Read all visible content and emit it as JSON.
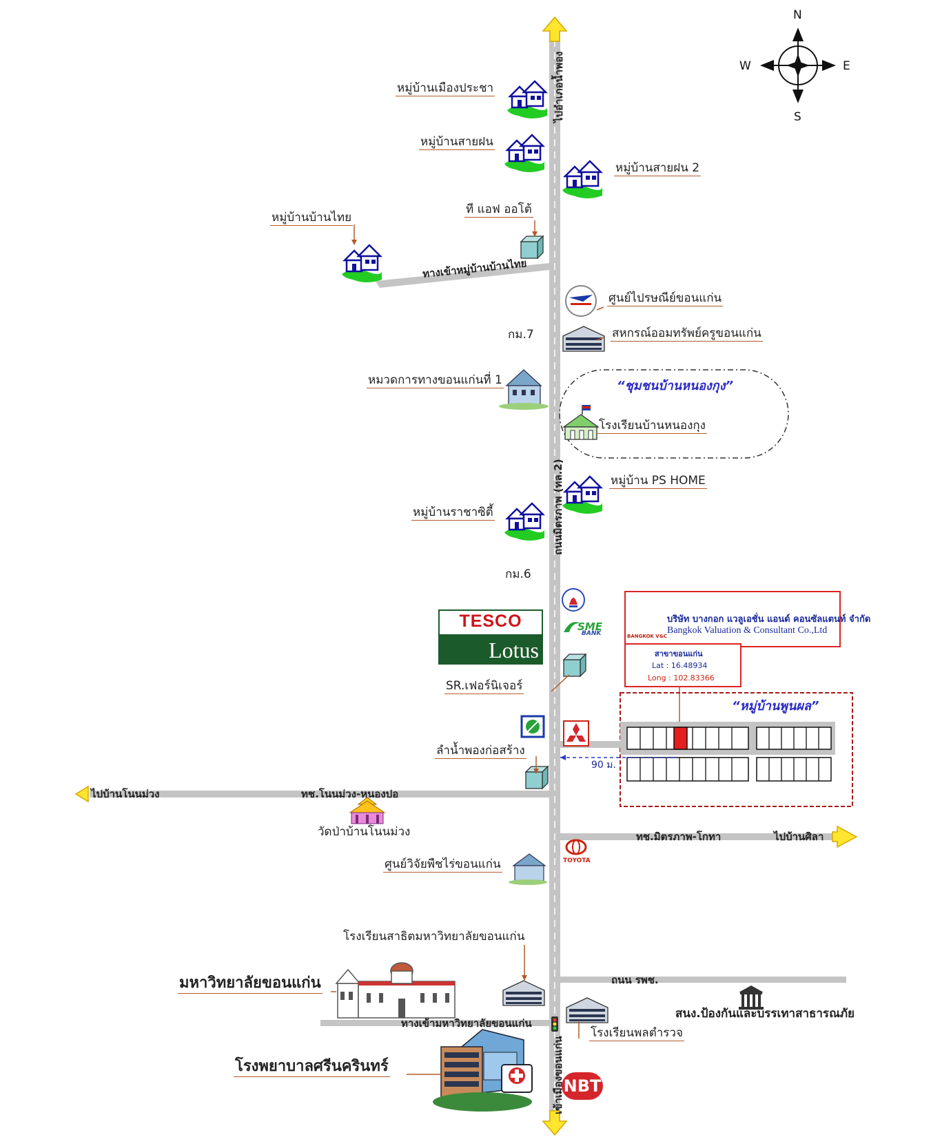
{
  "compass": {
    "north": "N",
    "south": "S",
    "east": "E",
    "west": "W"
  },
  "roads": {
    "main_road": "ถนนมิตรภาพ (ทล.2)",
    "to_north": "ไปอำเภอน้ำพอง",
    "to_south": "เข้าเมืองขอนแก่น",
    "west_road": "ทช.โนนม่วง-หนองปอ",
    "west_dest": "ไปบ้านโนนม่วง",
    "east_road": "ทช.มิตรภาพ-โกทา",
    "east_dest": "ไปบ้านศิลา",
    "ban_thai_road": "ทางเข้าหมู่บ้านบ้านไทย",
    "kku_road": "ทางเข้ามหาวิทยาลัยขอนแก่น",
    "rpch_road": "ถนน รพช."
  },
  "labels": {
    "mueang_pracha": "หมู่บ้านเมืองประชา",
    "sai_fon": "หมู่บ้านสายฝน",
    "sai_fon_2": "หมู่บ้านสายฝน 2",
    "ban_thai": "หมู่บ้านบ้านไทย",
    "tf_auto": "ที แอฟ ออโต้",
    "post_center": "ศูนย์ไปรษณีย์ขอนแก่น",
    "km7": "กม.7",
    "teacher_coop": "สหกรณ์ออมทรัพย์ครูขอนแก่น",
    "highway_dept": "หมวดการทางขอนแก่นที่ 1",
    "community": "“ชุมชนบ้านหนองกุง”",
    "school_nongkung": "โรงเรียนบ้านหนองกุง",
    "ps_home": "หมู่บ้าน PS HOME",
    "racha_city": "หมู่บ้านราชาซิตี้",
    "km6": "กม.6",
    "sr_furniture": "SR.เฟอร์นิเจอร์",
    "lam_nam_phong": "ลำน้ำพองก่อสร้าง",
    "wat_pa": "วัดป่าบ้านโนนม่วง",
    "field_crop": "ศูนย์วิจัยพืชไร่ขอนแก่น",
    "satit": "โรงเรียนสาธิตมหาวิทยาลัยขอนแก่น",
    "kku": "มหาวิทยาลัยขอนแก่น",
    "disaster_office": "สนง.ป้องกันและบรรเทาสาธารณภัย",
    "police_school": "โรงเรียนพลตำรวจ",
    "srinagarind": "โรงพยาบาลศรีนครินทร์",
    "poon_phon": "“หมู่บ้านพูนผล”",
    "distance": "90 ม."
  },
  "company": {
    "name_th": "บริษัท บางกอก แวลูเอชั่น แอนด์ คอนซัลแตนท์ จำกัด",
    "name_en": "Bangkok Valuation & Consultant Co.,Ltd",
    "logo_text": "BANGKOK V&C",
    "branch": "สาขาขอนแก่น",
    "lat": "Lat    : 16.48934",
    "long": "Long : 102.83366"
  },
  "logos": {
    "tesco": "TESCO",
    "lotus": "Lotus",
    "sme": "SME",
    "sme_bank": "BANK",
    "toyota": "TOYOTA",
    "nbt": "NBT"
  },
  "colors": {
    "road": "#c4c4c4",
    "arrow": "#ffe52e",
    "leader": "#b25a2a",
    "highlight": "#e61e1e",
    "border_red": "#a81818",
    "text_blue": "#2b2bc8"
  }
}
